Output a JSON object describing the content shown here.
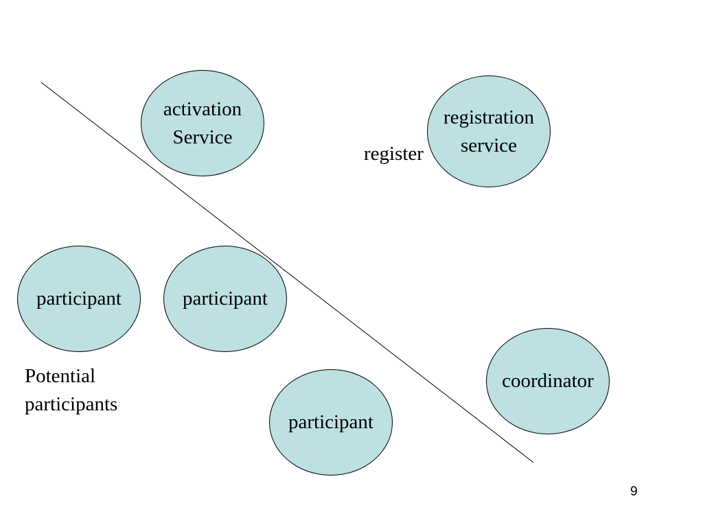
{
  "colors": {
    "node_fill": "#bde0e3",
    "node_stroke": "#000000",
    "line": "#000000",
    "text": "#000000"
  },
  "nodes": {
    "activation_service": {
      "line1": "activation",
      "line2": "Service"
    },
    "registration_service": {
      "line1": "registration",
      "line2": "service"
    },
    "participant_left": {
      "label": "participant"
    },
    "participant_middle": {
      "label": "participant"
    },
    "participant_bottom": {
      "label": "participant"
    },
    "coordinator": {
      "label": "coordinator"
    }
  },
  "labels": {
    "register": "register",
    "potential_participants_line1": "Potential",
    "potential_participants_line2": "participants"
  },
  "page_number": "9"
}
